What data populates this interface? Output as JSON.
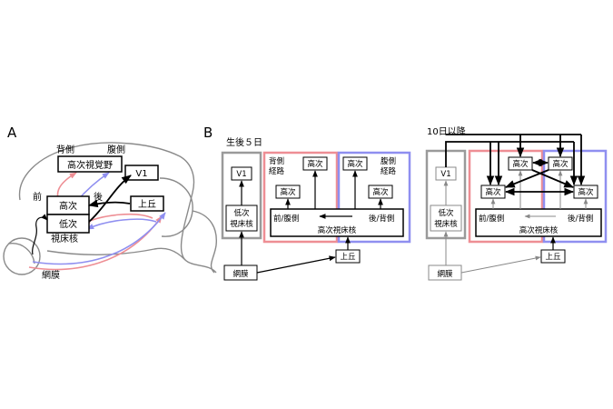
{
  "panelA": {
    "letter": "A",
    "dorsal": "背側",
    "ventral": "腹側",
    "higher_visual_cortex": "高次視覚野",
    "v1": "V1",
    "anterior": "前",
    "posterior": "後",
    "higher": "高次",
    "lower": "低次",
    "superior_colliculus": "上丘",
    "thalamus": "視床核",
    "retina": "網膜"
  },
  "panelB": {
    "letter": "B",
    "left": {
      "title": "生後５日",
      "v1": "V1",
      "lower_thalamus": [
        "低次",
        "視床核"
      ],
      "dorsal_pathway": [
        "背側",
        "経路"
      ],
      "ventral_pathway": [
        "腹側",
        "経路"
      ],
      "higher_1": "高次",
      "higher_2": "高次",
      "higher_3": "高次",
      "higher_4": "高次",
      "anterior_ventral": "前/腹側",
      "posterior_dorsal": "後/背側",
      "higher_thalamus": "高次視床核",
      "superior_colliculus": "上丘",
      "retina": "網膜"
    },
    "right": {
      "title": "10日以降",
      "v1": "V1",
      "lower_thalamus": [
        "低次",
        "視床核"
      ],
      "higher_1": "高次",
      "higher_2": "高次",
      "higher_3": "高次",
      "higher_4": "高次",
      "anterior_ventral": "前/腹側",
      "posterior_dorsal": "後/背側",
      "higher_thalamus": "高次視床核",
      "superior_colliculus": "上丘",
      "retina": "網膜"
    }
  }
}
